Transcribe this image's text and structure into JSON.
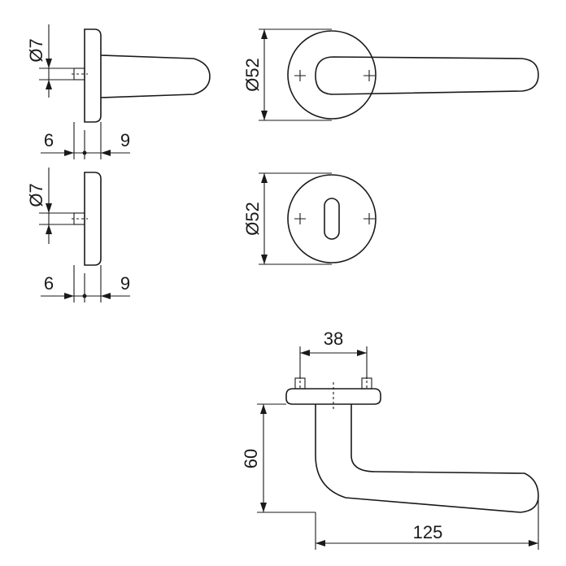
{
  "drawing": {
    "side_view_top": {
      "dia_label": "Ø7",
      "left_label": "6",
      "right_label": "9"
    },
    "side_view_bottom": {
      "dia_label": "Ø7",
      "left_label": "6",
      "right_label": "9"
    },
    "handle_rose_front": {
      "dia_label": "Ø52"
    },
    "key_rose_front": {
      "dia_label": "Ø52"
    },
    "handle_top_view": {
      "width_label": "38",
      "height_label": "60",
      "length_label": "125"
    }
  }
}
